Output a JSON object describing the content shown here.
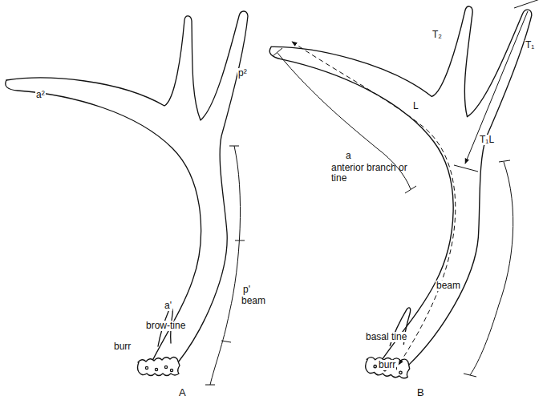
{
  "diagram": {
    "labels": [
      "a²",
      "p²",
      "a'",
      "brow-tine",
      "p'",
      "beam",
      "burr",
      "A",
      "T₂",
      "T₁",
      "L",
      "T₁L",
      "a",
      "anterior branch or tine",
      "beam",
      "basal tine",
      "burr",
      "B"
    ]
  }
}
